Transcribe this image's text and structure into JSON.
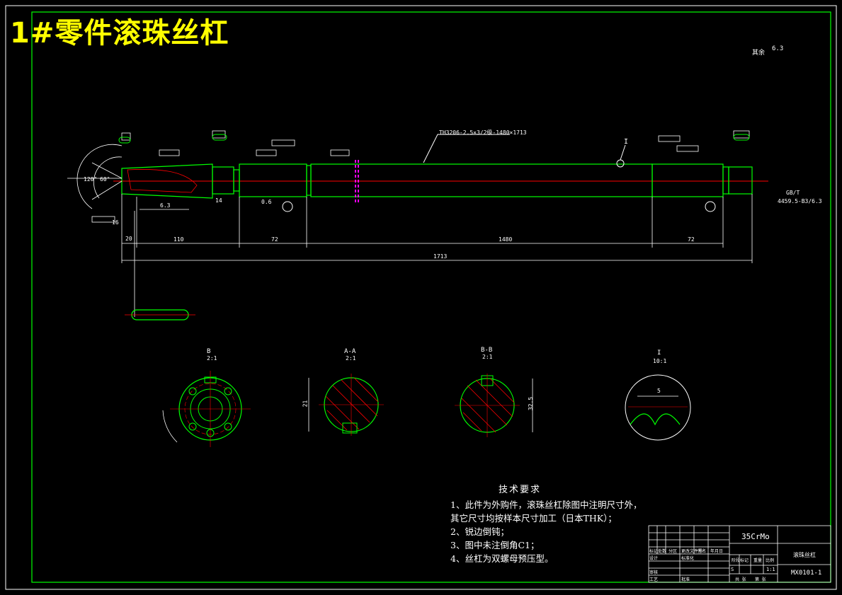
{
  "title": "1#零件滚珠丝杠",
  "roughness_label": "其余",
  "roughness_value": "6.3",
  "thread_note": "TH3206-2.5×3/2级-1480×1713",
  "detail_callout": "I",
  "section_views": [
    {
      "label": "B",
      "scale": "2:1"
    },
    {
      "label": "A-A",
      "scale": "2:1"
    },
    {
      "label": "B-B",
      "scale": "2:1"
    },
    {
      "label": "I",
      "scale": "10:1"
    }
  ],
  "dimensions": {
    "d_20": "20",
    "d_110": "110",
    "d_72a": "72",
    "d_1480": "1480",
    "d_72b": "72",
    "d_1713": "1713",
    "d_21": "21",
    "d_32": "32.5",
    "d_5": "5",
    "d_14": "14",
    "d_120": "120°",
    "d_60": "60°",
    "d_16": "16",
    "d_06": "0.6",
    "d_63": "6.3"
  },
  "gb_note": {
    "line1": "GB/T",
    "line2": "4459.5-B3/6.3"
  },
  "tech_requirements": {
    "heading": "技术要求",
    "items": [
      "1、此件为外购件，滚珠丝杠除图中注明尺寸外，",
      "   其它尺寸均按样本尺寸加工（日本THK）；",
      "2、锐边倒钝；",
      "3、图中未注倒角C1；",
      "4、丝杠为双螺母预压型。"
    ]
  },
  "title_block": {
    "material": "35CrMo",
    "drawing_number": "MX0101-1",
    "part_name": "滚珠丝杠",
    "scale": "1:1",
    "sheet": "S",
    "labels": [
      "标记",
      "处数",
      "分区",
      "更改文件号",
      "签名",
      "年月日",
      "设计",
      "标准化",
      "阶段标记",
      "重量",
      "比例",
      "审核",
      "工艺",
      "批准",
      "共 张",
      "第 张"
    ]
  },
  "colors": {
    "background": "#000000",
    "frame": "#00ff00",
    "outline": "#00ff00",
    "centerline": "#ff0000",
    "dimension": "#ffffff",
    "hatch": "#ff0000",
    "thread": "#ff00ff",
    "title": "#ffff00"
  }
}
